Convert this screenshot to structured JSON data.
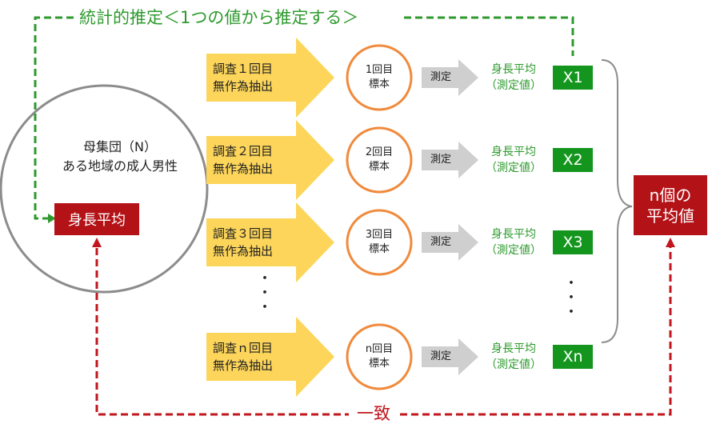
{
  "title": "統計的推定＜1つの値から推定する＞",
  "match_label": "一致",
  "population": {
    "line1": "母集団（N）",
    "line2": "ある地域の成人男性",
    "mean_label": "身長平均"
  },
  "rows": [
    {
      "survey_line1": "調査１回目",
      "survey_line2": "無作為抽出",
      "sample_line1": "1回目",
      "sample_line2": "標本",
      "measure": "測定",
      "result_line1": "身長平均",
      "result_line2": "（測定値）",
      "value": "X1"
    },
    {
      "survey_line1": "調査２回目",
      "survey_line2": "無作為抽出",
      "sample_line1": "2回目",
      "sample_line2": "標本",
      "measure": "測定",
      "result_line1": "身長平均",
      "result_line2": "（測定値）",
      "value": "X2"
    },
    {
      "survey_line1": "調査３回目",
      "survey_line2": "無作為抽出",
      "sample_line1": "3回目",
      "sample_line2": "標本",
      "measure": "測定",
      "result_line1": "身長平均",
      "result_line2": "（測定値）",
      "value": "X3"
    },
    {
      "survey_line1": "調査ｎ回目",
      "survey_line2": "無作為抽出",
      "sample_line1": "n回目",
      "sample_line2": "標本",
      "measure": "測定",
      "result_line1": "身長平均",
      "result_line2": "（測定値）",
      "value": "Xn"
    }
  ],
  "ellipsis": "・",
  "n_mean": {
    "line1": "n個の",
    "line2": "平均値"
  },
  "colors": {
    "green": "#2e9a2e",
    "green_box": "#14961e",
    "red": "#b31217",
    "red_dash": "#c0161c",
    "arrow_yellow": "#fcd55a",
    "circle_orange": "#f08a3c",
    "arrow_gray": "#cfcfcf"
  }
}
